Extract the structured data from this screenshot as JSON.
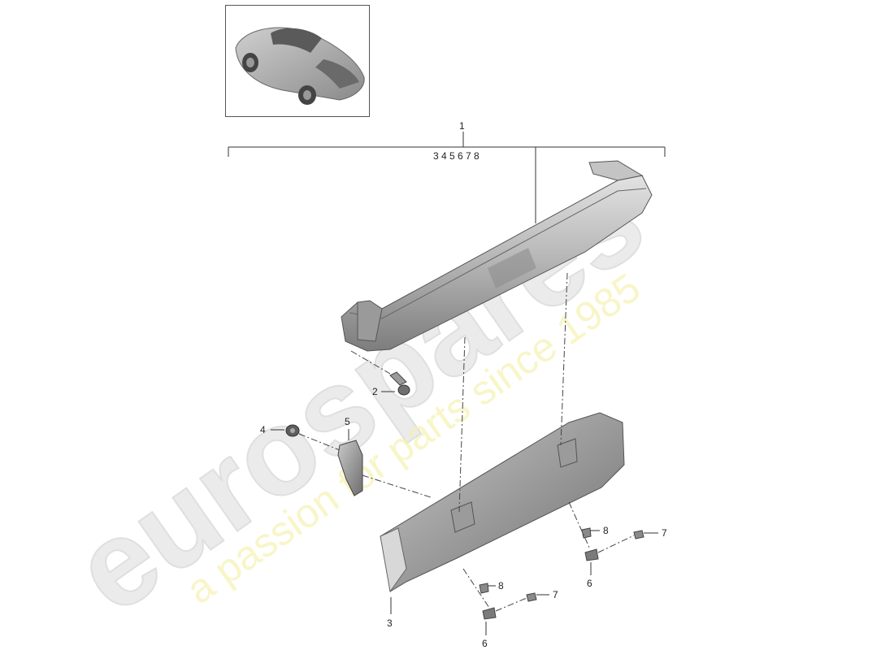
{
  "watermark": {
    "brand": "eurospares",
    "tagline": "a passion for parts since 1985"
  },
  "group": {
    "number": "1",
    "sub_numbers": "3 4 5 6 7 8"
  },
  "callouts": {
    "c2": "2",
    "c3": "3",
    "c4": "4",
    "c5": "5",
    "c6a": "6",
    "c6b": "6",
    "c7a": "7",
    "c7b": "7",
    "c8a": "8",
    "c8b": "8"
  },
  "colors": {
    "part_fill": "#bdbdbd",
    "part_dark": "#7a7a7a",
    "line": "#333333",
    "watermark_brand": "#e6e6e6",
    "watermark_tag": "#f3ec9c"
  }
}
